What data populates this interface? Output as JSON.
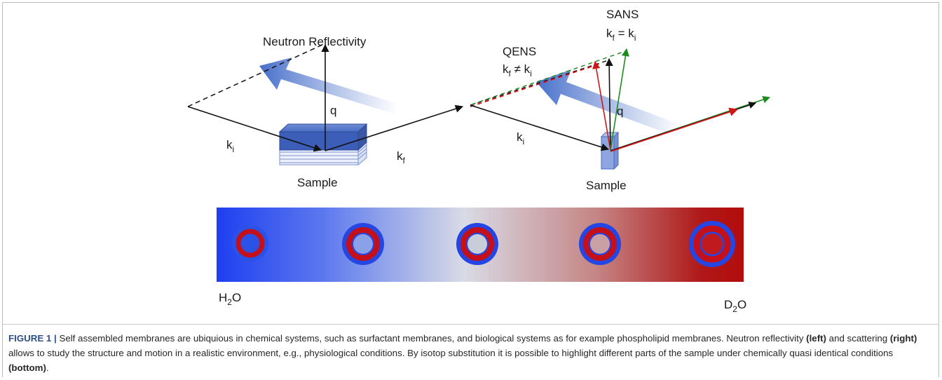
{
  "figure": {
    "left_panel": {
      "title": "Neutron Reflectivity",
      "q_label": "q",
      "ki_label": "k",
      "ki_sub": "i",
      "kf_label": "k",
      "kf_sub": "f",
      "sample_label": "Sample"
    },
    "right_panel": {
      "sans_title": "SANS",
      "sans_eq": {
        "lhs": "k",
        "lhs_sub": "f",
        "op": " = k",
        "rhs_sub": "i"
      },
      "qens_title": "QENS",
      "qens_eq": {
        "lhs": "k",
        "lhs_sub": "f",
        "op": " ≠ k",
        "rhs_sub": "i"
      },
      "q_label": "q",
      "ki_label": "k",
      "ki_sub": "i",
      "sample_label": "Sample"
    },
    "contrast_bar": {
      "left_label": {
        "base": "H",
        "sub": "2",
        "tail": "O"
      },
      "right_label": {
        "base": "D",
        "sub": "2",
        "tail": "O"
      },
      "colors": {
        "blue": "#2a52e6",
        "red": "#b40d0d",
        "light": "#d6d9e6"
      }
    }
  },
  "caption": {
    "label": "FIGURE 1 |",
    "seg1": " Self assembled membranes are ubiquious in chemical systems, such as surfactant membranes, and biological systems as for example phospholipid membranes. Neutron reflectivity ",
    "b1": "(left)",
    "seg2": " and scattering ",
    "b2": "(right)",
    "seg3": " allows to study the structure and motion in a realistic environment, e.g., physiological conditions. By isotop substitution it is possible to highlight different parts of the sample under chemically quasi identical conditions ",
    "b3": "(bottom)",
    "seg4": "."
  }
}
